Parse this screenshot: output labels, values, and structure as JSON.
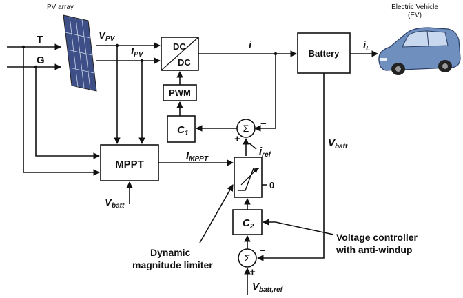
{
  "header": {
    "pv_array": "PV array",
    "ev_title_line1": "Electric Vehicle",
    "ev_title_line2": "(EV)"
  },
  "inputs": {
    "t": "T",
    "g": "G"
  },
  "signals": {
    "v_pv": "V",
    "v_pv_sub": "PV",
    "i_pv": "I",
    "i_pv_sub": "PV",
    "i": "i",
    "i_l": "i",
    "i_l_sub": "L",
    "v_batt": "V",
    "v_batt_sub": "batt",
    "v_batt_mppt": "V",
    "v_batt_mppt_sub": "batt",
    "i_mppt": "I",
    "i_mppt_sub": "MPPT",
    "i_ref": "i",
    "i_ref_sub": "ref",
    "v_batt_ref": "V",
    "v_batt_ref_sub": "batt,ref",
    "zero": "0"
  },
  "blocks": {
    "dcdc_top": "DC",
    "dcdc_bottom": "DC",
    "pwm": "PWM",
    "c1": "C",
    "c1_sub": "1",
    "c2": "C",
    "c2_sub": "2",
    "mppt": "MPPT",
    "battery": "Battery",
    "sum_symbol": "Σ"
  },
  "signs": {
    "minus": "−",
    "plus": "+"
  },
  "annotations": {
    "limiter_line1": "Dynamic",
    "limiter_line2": "magnitude limiter",
    "vc_line1": "Voltage controller",
    "vc_line2": "with anti-windup"
  },
  "colors": {
    "ev_body": "#6f8fbf",
    "ev_glass": "#c8d8ee",
    "panel": "#3d4f86"
  }
}
